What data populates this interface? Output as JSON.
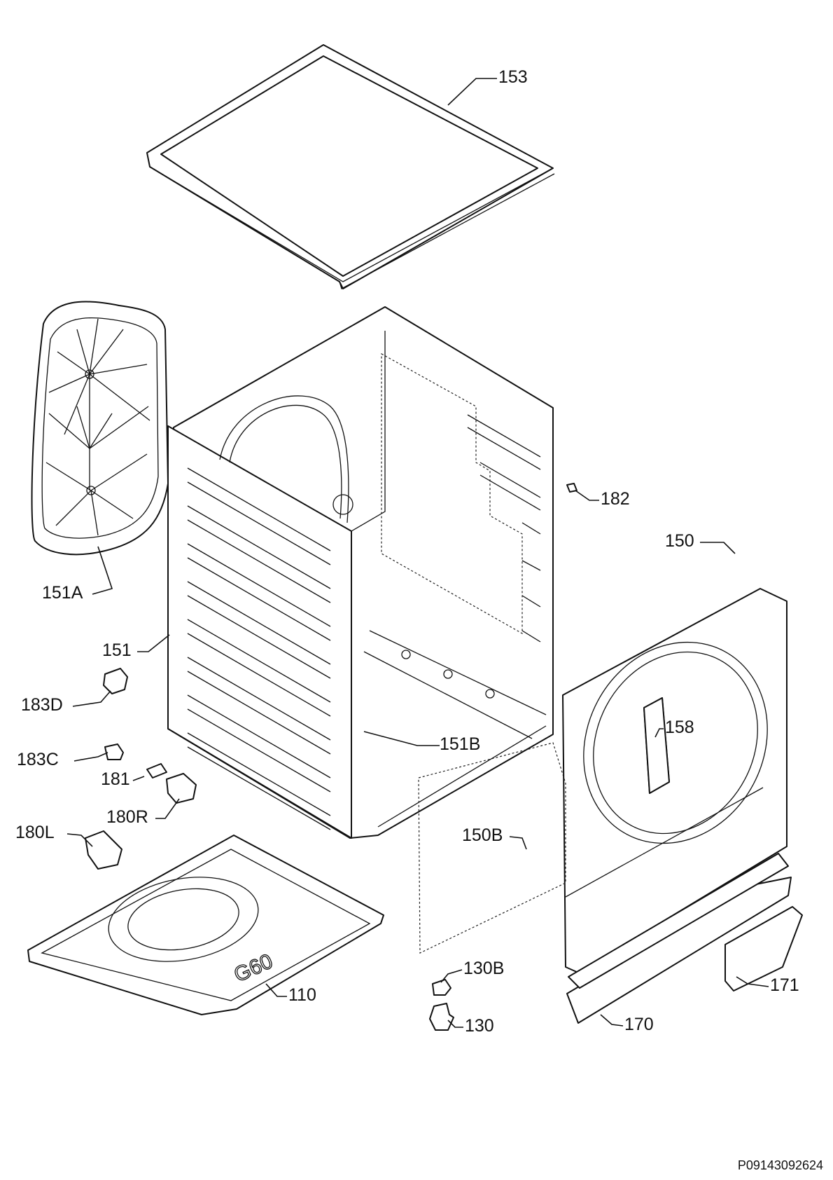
{
  "diagram": {
    "drawing_code": "P09143092624",
    "base_marking": "G60",
    "callouts": [
      {
        "id": "153",
        "label": "153"
      },
      {
        "id": "182",
        "label": "182"
      },
      {
        "id": "150",
        "label": "150"
      },
      {
        "id": "151A",
        "label": "151A"
      },
      {
        "id": "151",
        "label": "151"
      },
      {
        "id": "183D",
        "label": "183D"
      },
      {
        "id": "158",
        "label": "158"
      },
      {
        "id": "151B",
        "label": "151B"
      },
      {
        "id": "183C",
        "label": "183C"
      },
      {
        "id": "181",
        "label": "181"
      },
      {
        "id": "180R",
        "label": "180R"
      },
      {
        "id": "180L",
        "label": "180L"
      },
      {
        "id": "150B",
        "label": "150B"
      },
      {
        "id": "130B",
        "label": "130B"
      },
      {
        "id": "110",
        "label": "110"
      },
      {
        "id": "171",
        "label": "171"
      },
      {
        "id": "130",
        "label": "130"
      },
      {
        "id": "170",
        "label": "170"
      }
    ]
  }
}
